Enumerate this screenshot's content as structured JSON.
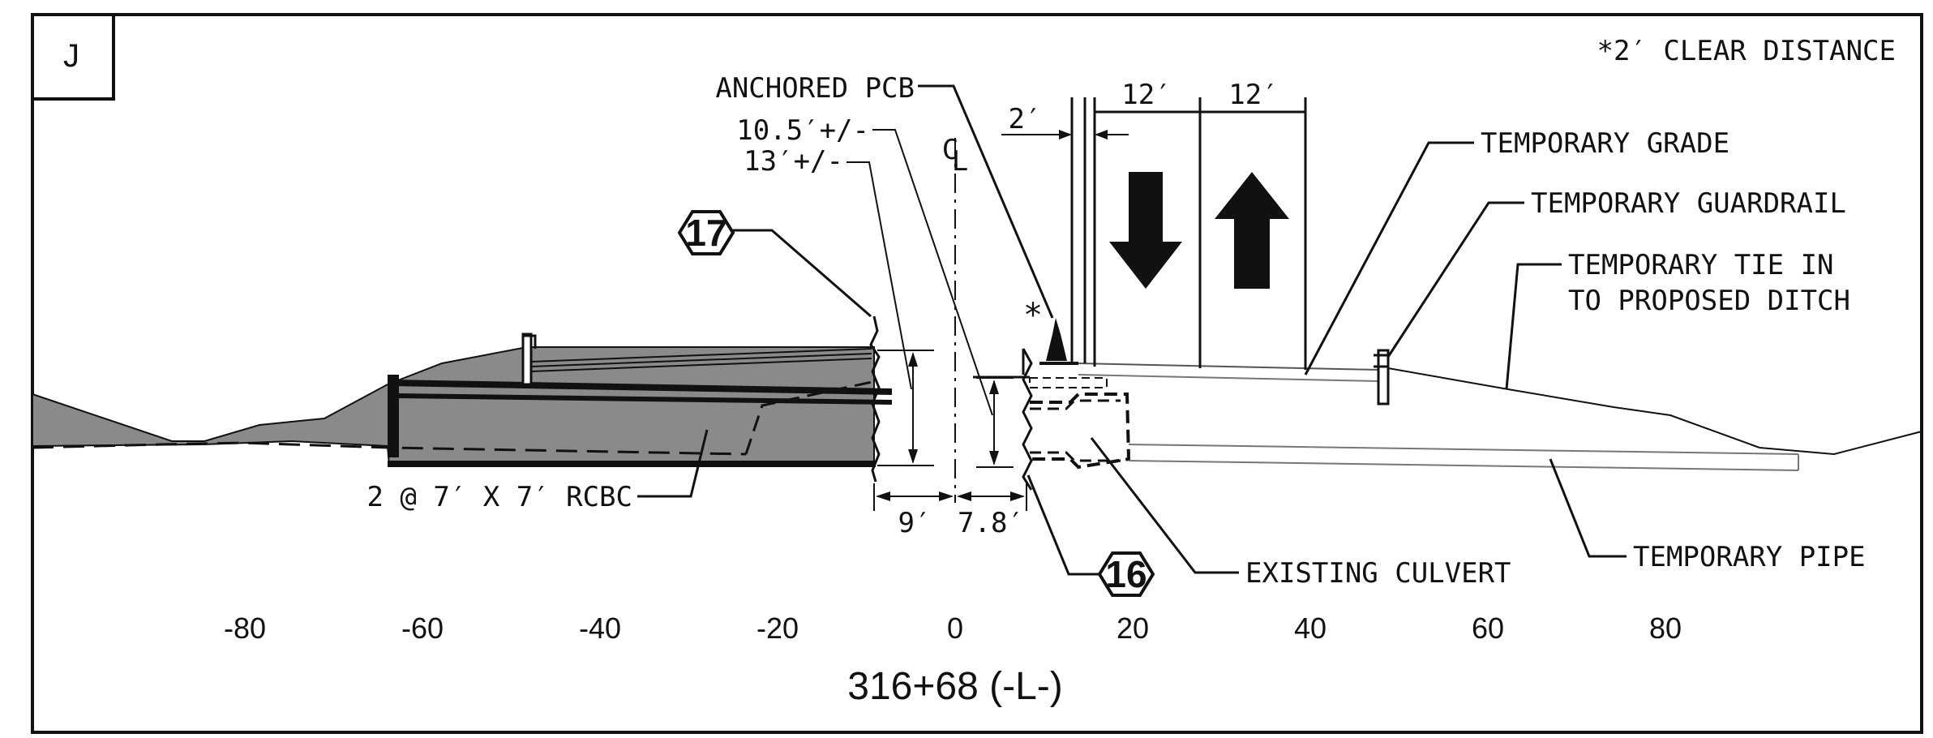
{
  "panel": {
    "label": "J"
  },
  "note": "*2′ CLEAR DISTANCE",
  "station": "316+68 (-L-)",
  "axis": {
    "ticks": [
      {
        "value": -80,
        "label": "-80"
      },
      {
        "value": -60,
        "label": "-60"
      },
      {
        "value": -40,
        "label": "-40"
      },
      {
        "value": -20,
        "label": "-20"
      },
      {
        "value": 0,
        "label": "0"
      },
      {
        "value": 20,
        "label": "20"
      },
      {
        "value": 40,
        "label": "40"
      },
      {
        "value": 60,
        "label": "60"
      },
      {
        "value": 80,
        "label": "80"
      }
    ]
  },
  "centerline": {
    "symbol_c": "C",
    "symbol_l": "L"
  },
  "callouts": {
    "hex17": "17",
    "hex16": "16",
    "anchored_pcb": "ANCHORED PCB",
    "dim_10_5": "10.5′+/-",
    "dim_13": "13′+/-",
    "rcbc": "2 @ 7′ X 7′ RCBC",
    "temporary_grade": "TEMPORARY GRADE",
    "temporary_guardrail": "TEMPORARY GUARDRAIL",
    "tie_in_line1": "TEMPORARY TIE IN",
    "tie_in_line2": "TO PROPOSED DITCH",
    "existing_culvert": "EXISTING CULVERT",
    "temporary_pipe": "TEMPORARY PIPE",
    "star": "*"
  },
  "dimensions": {
    "clear_2": "2′",
    "lane_left": "12′",
    "lane_right": "12′",
    "offset_9": "9′",
    "offset_7_8": "7.8′"
  }
}
